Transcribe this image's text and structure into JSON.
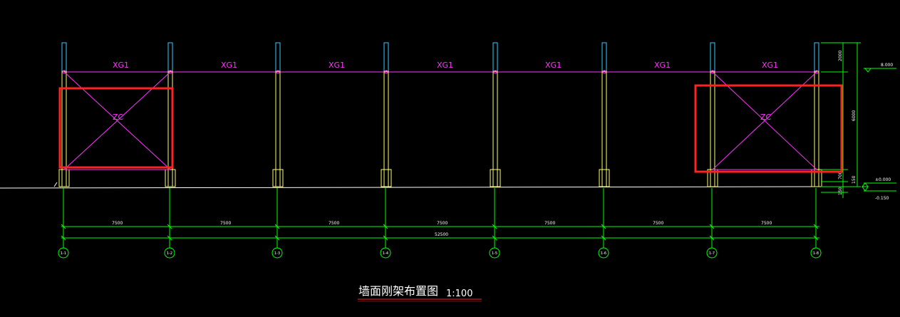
{
  "drawing": {
    "title": "墙面刚架布置图",
    "scale": "1:100"
  },
  "colors": {
    "background": "#000000",
    "grid_line": "#00ff00",
    "column": "#ffff66",
    "column_top": "#33ccff",
    "beam": "#ff33ff",
    "highlight": "#ff2222",
    "ground": "#ffffff"
  },
  "beams": [
    "XG1",
    "XG1",
    "XG1",
    "XG1",
    "XG1",
    "XG1",
    "XG1"
  ],
  "bracing": [
    "ZC",
    "ZC"
  ],
  "bay_dimensions": [
    "7500",
    "7500",
    "7500",
    "7500",
    "7500",
    "7500",
    "7500"
  ],
  "total_dimension": "52500",
  "axes": [
    "1-1",
    "1-2",
    "1-3",
    "1-4",
    "1-5",
    "1-6",
    "1-7",
    "1-8"
  ],
  "vertical_dimensions": [
    "2000",
    "6000",
    "700",
    "150",
    "150"
  ],
  "elevations": [
    "8.000",
    "±0.000",
    "-0.150"
  ]
}
